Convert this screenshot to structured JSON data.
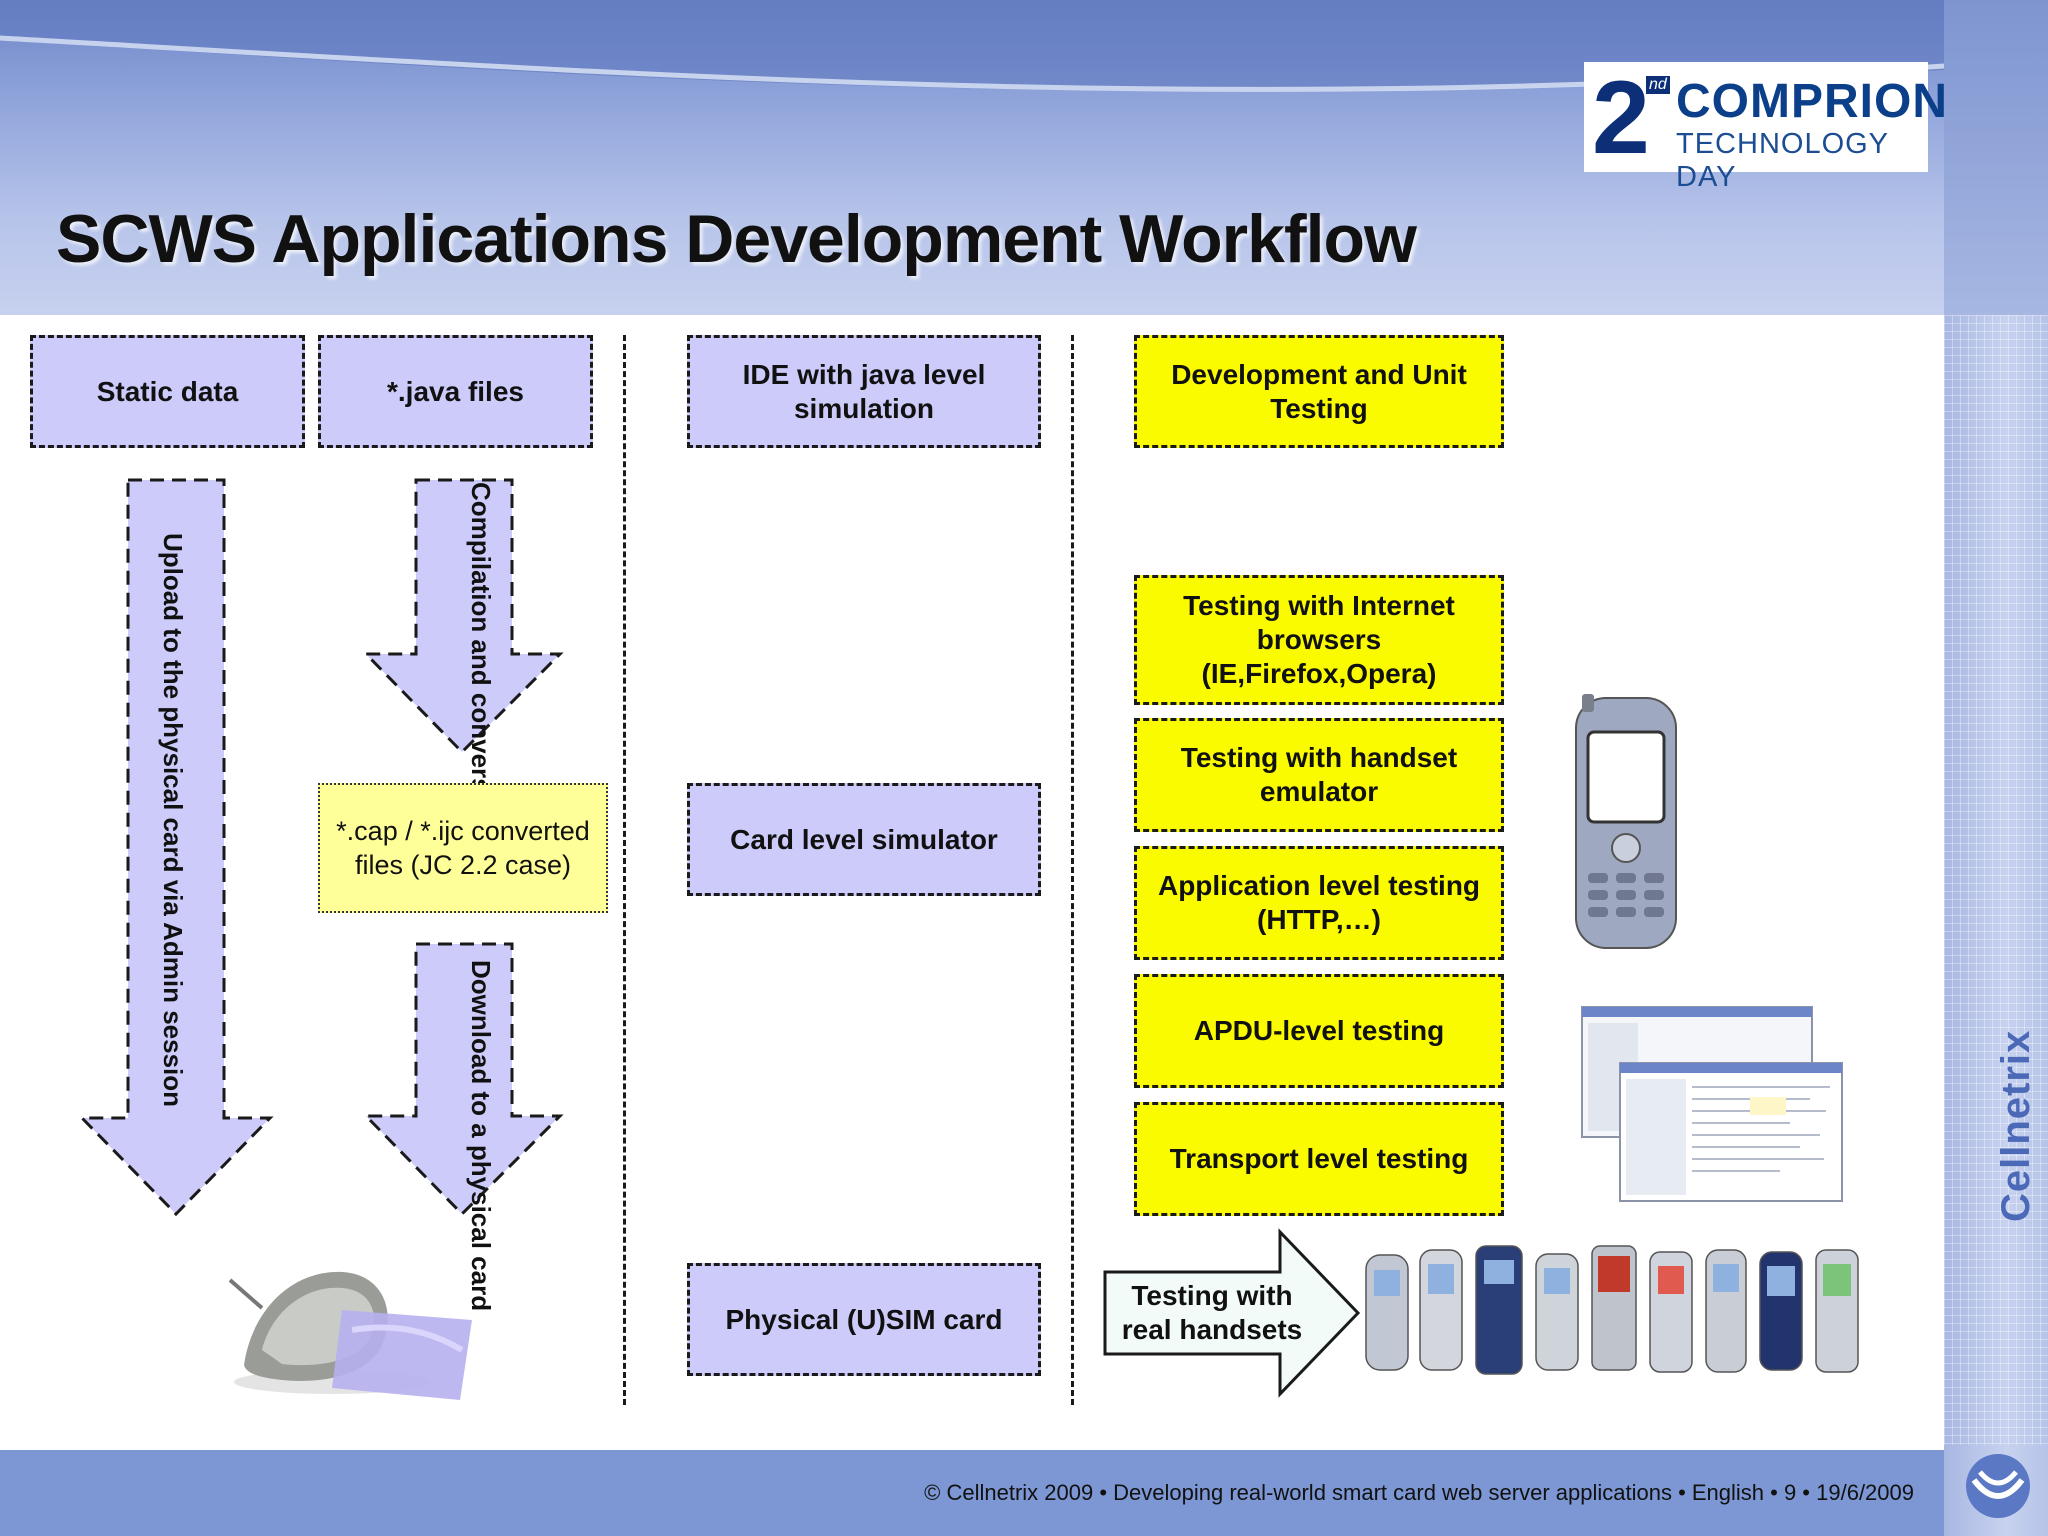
{
  "header": {
    "title": "SCWS Applications Development Workflow",
    "logo": {
      "number": "2",
      "superscript": "nd",
      "line1": "COMPRION",
      "line2": "TECHNOLOGY DAY"
    }
  },
  "sidebar": {
    "brand": "Cellnetrix"
  },
  "footer": {
    "text": "© Cellnetrix 2009 • Developing real-world smart card web server applications • English •  9 •  19/6/2009"
  },
  "diagram": {
    "static_data": "Static data",
    "java_files": "*.java files",
    "ide": "IDE with java level simulation",
    "dev_unit": "Development and Unit Testing",
    "upload_arrow": "Upload to the physical card via Admin session",
    "compile_arrow": "Compilation and conversion",
    "cap_files": "*.cap / *.ijc converted files (JC 2.2 case)",
    "download_arrow": "Download to a physical card",
    "card_sim": "Card level simulator",
    "physical_card": "Physical (U)SIM card",
    "testing_browsers": "Testing with Internet browsers (IE,Firefox,Opera)",
    "testing_emulator": "Testing with handset emulator",
    "app_testing": "Application level testing (HTTP,…)",
    "apdu_testing": "APDU-level testing",
    "transport_testing": "Transport level testing",
    "real_handsets": "Testing with real handsets"
  },
  "colors": {
    "lavender": "#cccbfa",
    "yellow": "#fbfb00",
    "note": "#ffff99",
    "footer": "#7c97d3"
  }
}
